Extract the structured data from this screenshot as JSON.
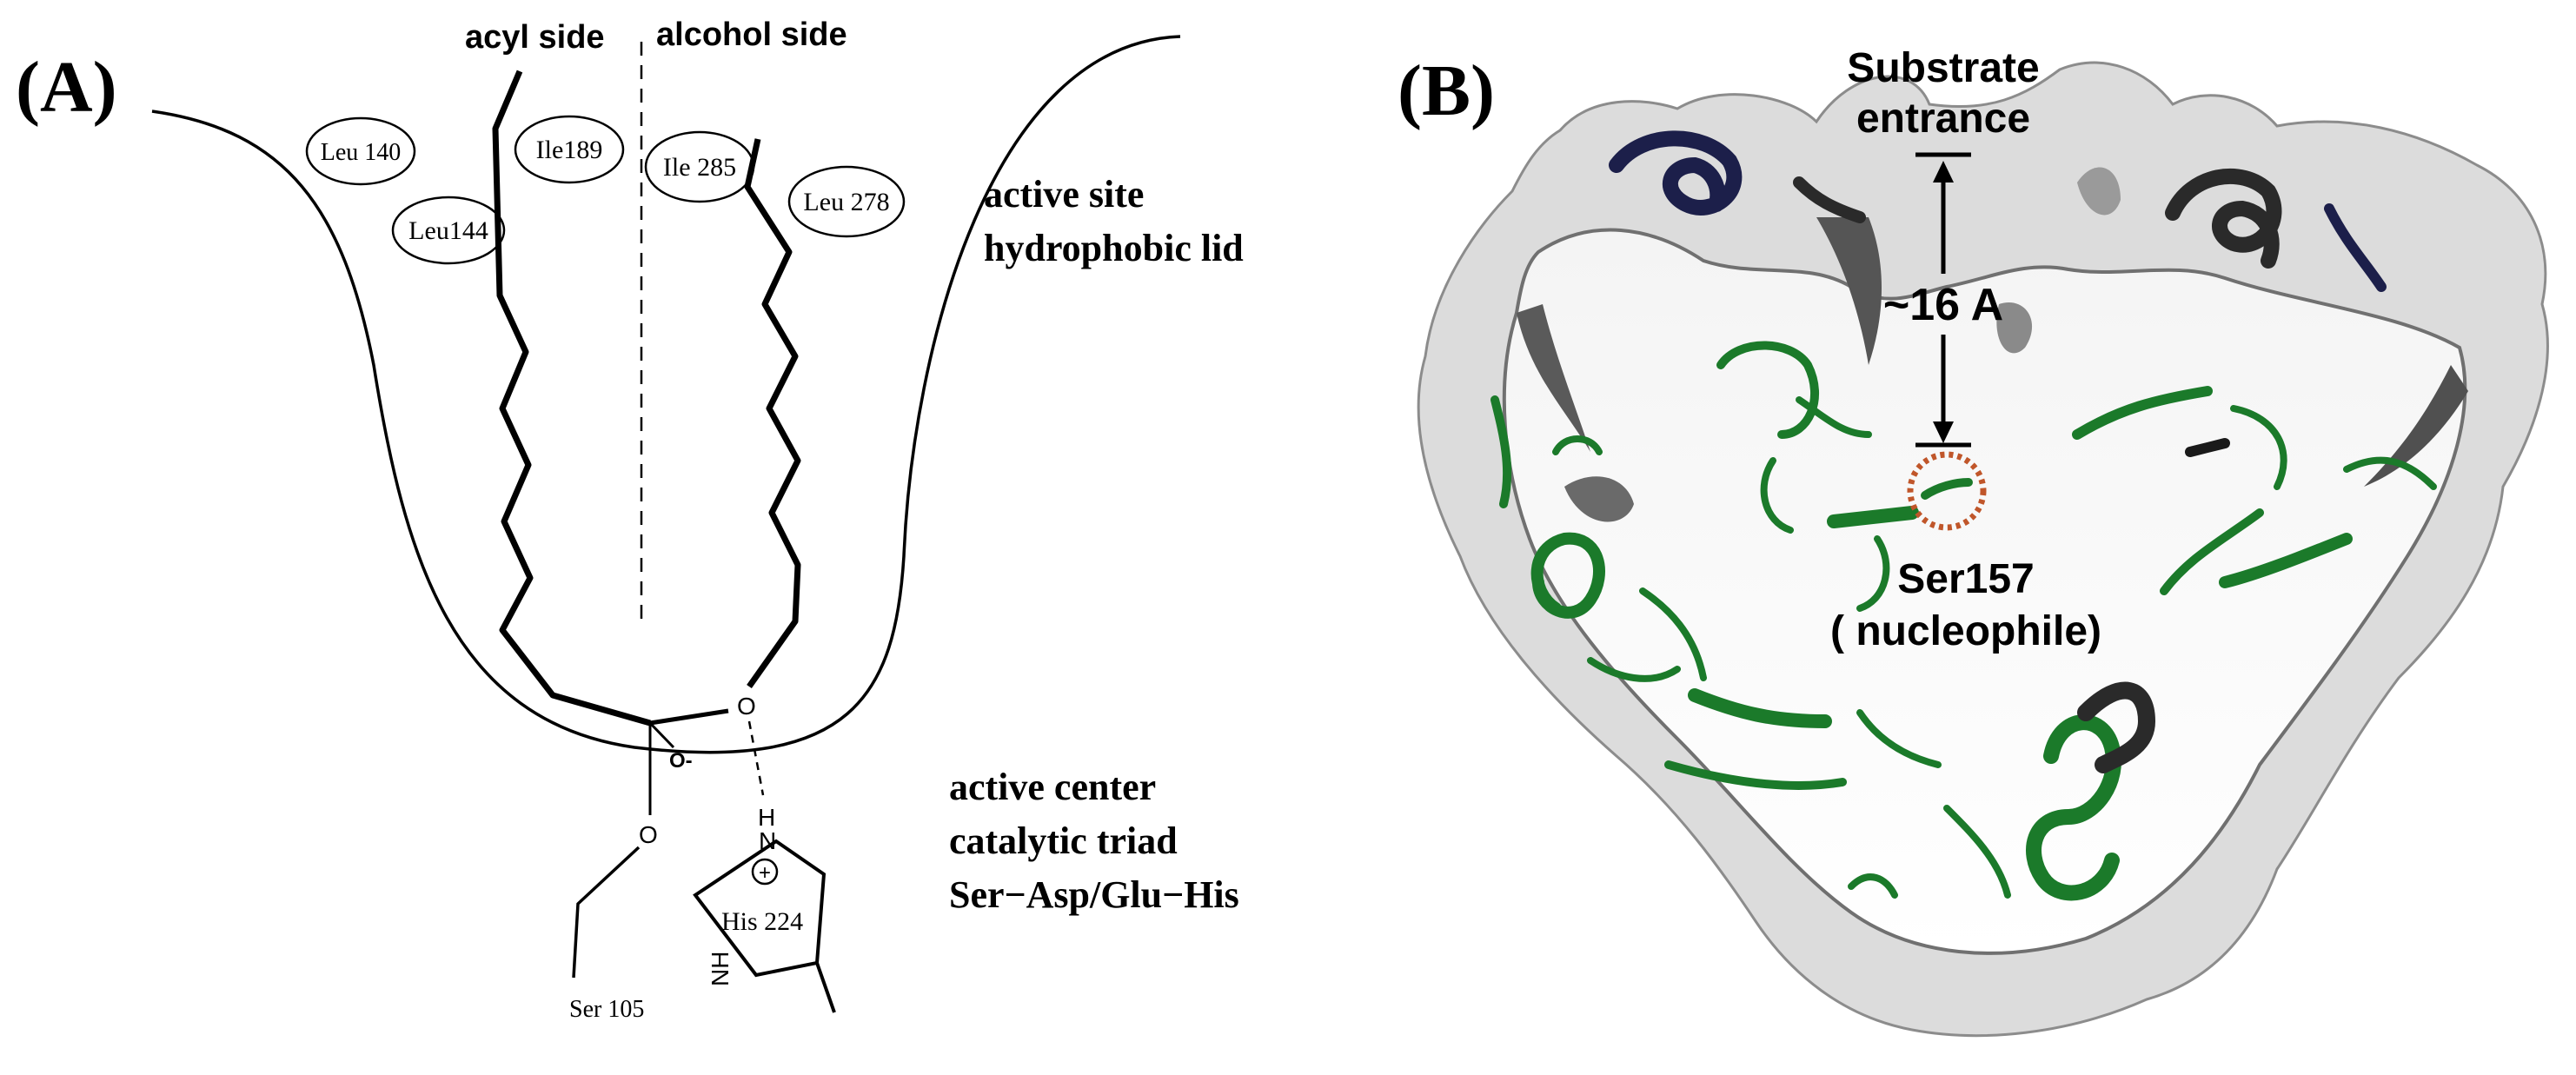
{
  "panel_a": {
    "label": "(A)",
    "acyl_side": "acyl side",
    "alcohol_side": "alcohol side",
    "residues": {
      "leu140": "Leu 140",
      "leu144": "Leu144",
      "ile189": "Ile189",
      "ile285": "Ile 285",
      "leu278": "Leu 278"
    },
    "lid_line1": "active site",
    "lid_line2": "hydrophobic lid",
    "center_line1": "active center",
    "center_line2": "catalytic triad",
    "center_line3": "Ser−Asp/Glu−His",
    "atoms": {
      "oxygen": "O",
      "oxyanion": "O-",
      "nitrogen_h": "H",
      "nitrogen": "N",
      "plus": "+",
      "nh": "NH"
    },
    "his": "His 224",
    "ser": "Ser 105"
  },
  "panel_b": {
    "label": "(B)",
    "substrate_line1": "Substrate",
    "substrate_line2": "entrance",
    "distance": "~16 A",
    "ser_line1": "Ser157",
    "ser_line2": "( nucleophile)"
  },
  "colors": {
    "ink": "#000000",
    "surface": "#d9d9d9",
    "surface_shadow": "#6b6b6b",
    "helix_green": "#1b7a2a",
    "helix_dark": "#2a2a2a",
    "helix_navy": "#1c1f4a",
    "nucleophile_ring": "#c0562a"
  }
}
